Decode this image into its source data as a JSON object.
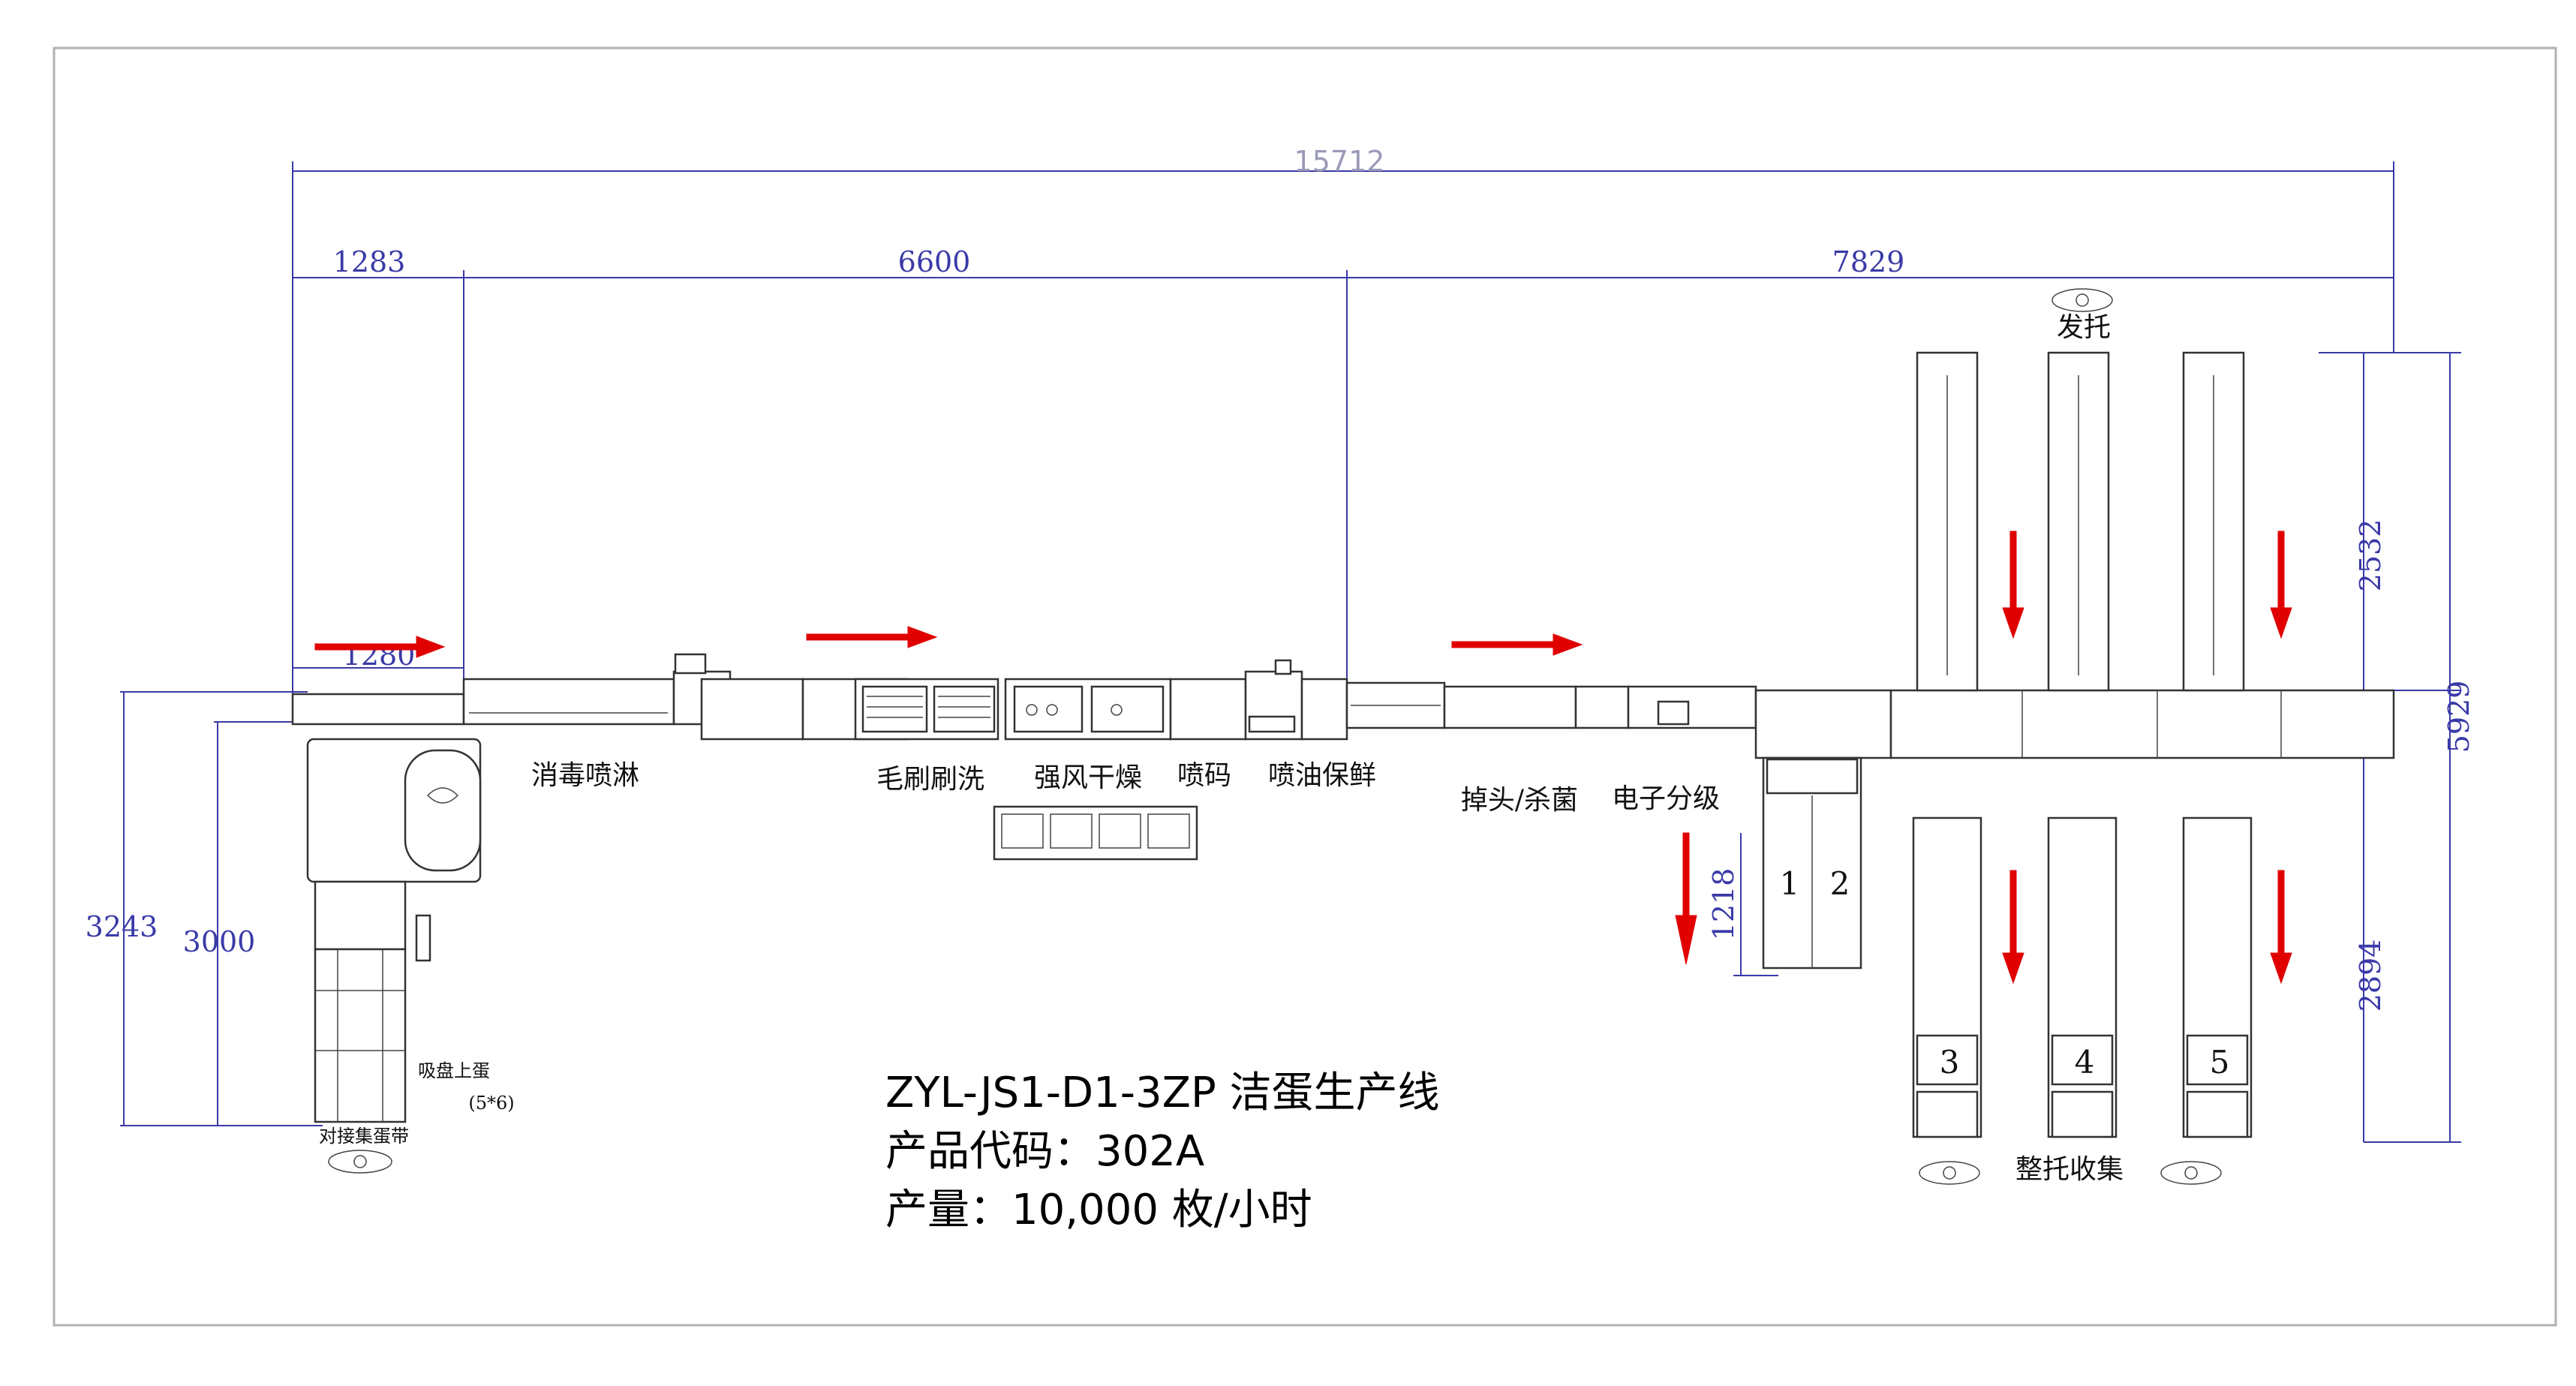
{
  "title_block": {
    "line1": "ZYL-JS1-D1-3ZP 洁蛋生产线",
    "line2": "产品代码：302A",
    "line3": "产量：10,000 枚/小时"
  },
  "dimensions": {
    "total_length": "15712",
    "seg1": "1283",
    "seg2": "6600",
    "seg3": "7829",
    "inlet": "1280",
    "left_outer": "3243",
    "left_inner": "3000",
    "grader_drop": "1218",
    "upper_height": "2532",
    "overall_height": "5929",
    "lower_height": "2894"
  },
  "labels": {
    "disinfect_spray": "消毒喷淋",
    "brush_wash": "毛刷刷洗",
    "air_dry": "强风干燥",
    "inkjet": "喷码",
    "oil_spray": "喷油保鲜",
    "head_sterilize": "掉头/杀菌",
    "electronic_grading": "电子分级",
    "tray_supply": "发托",
    "tray_collect": "整托收集",
    "suction_loading": "吸盘上蛋",
    "suction_spec": "(5*6)",
    "connect_belt": "对接集蛋带"
  },
  "lane_numbers": [
    "1",
    "2",
    "3",
    "4",
    "5"
  ],
  "colors": {
    "dimension": "#3a3aa8",
    "arrow": "#e00000",
    "outline": "#333333"
  }
}
